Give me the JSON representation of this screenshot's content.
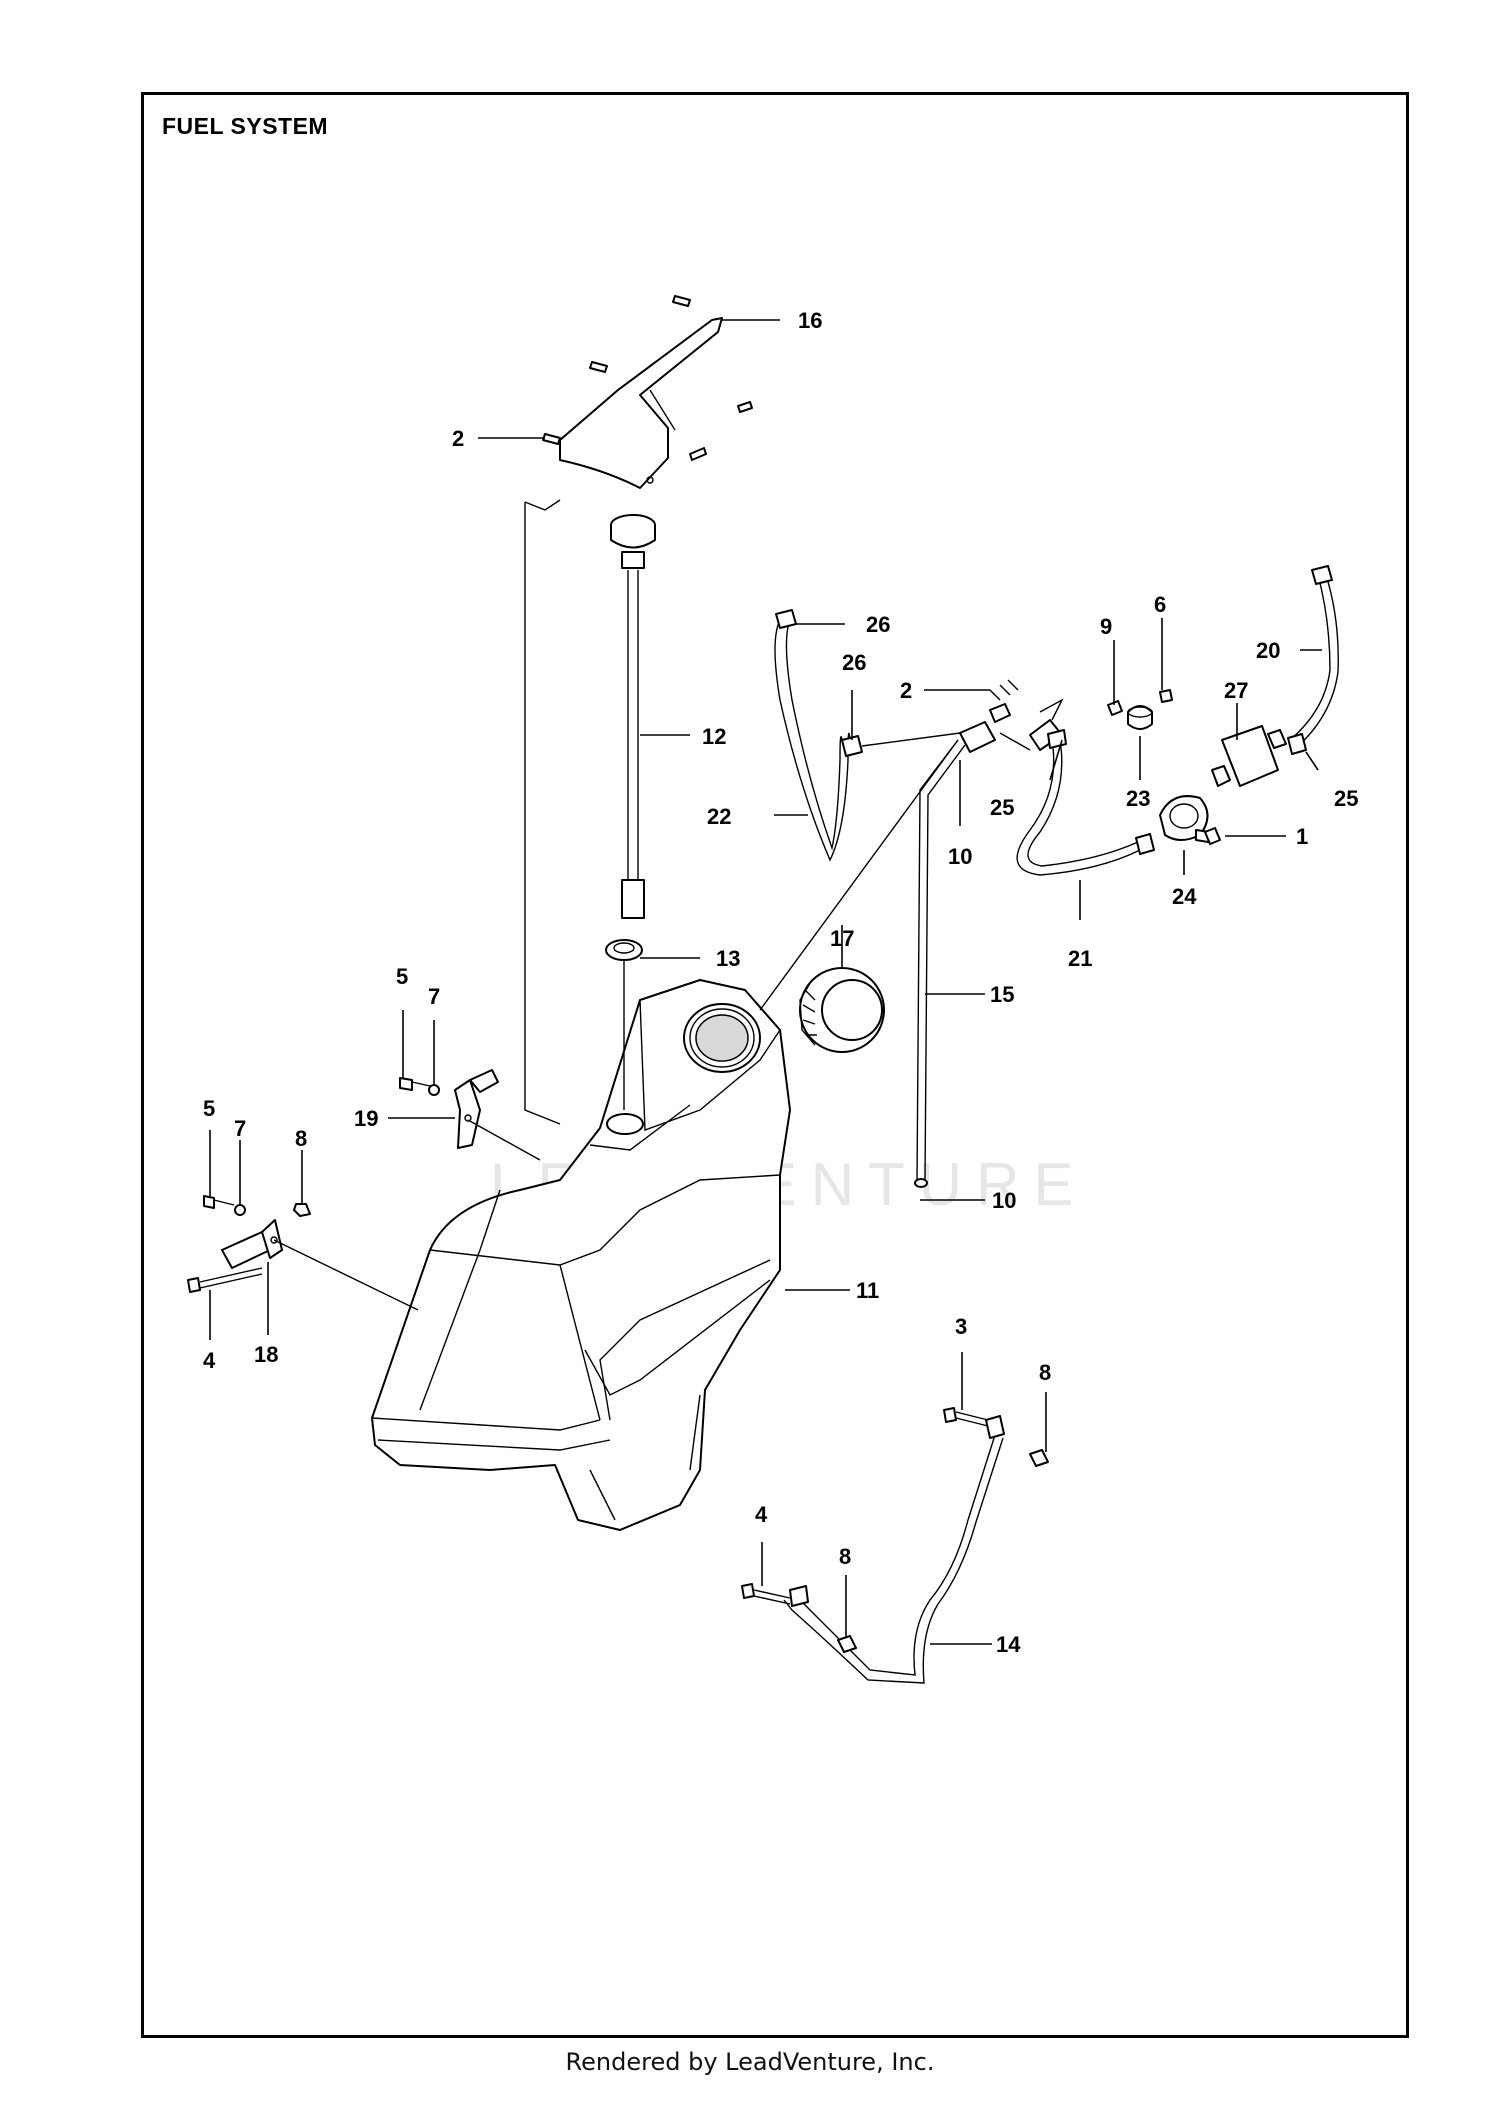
{
  "title": "FUEL SYSTEM",
  "footer": "Rendered by LeadVenture, Inc.",
  "watermark": "LEADVENTURE",
  "callouts": [
    "16",
    "2",
    "12",
    "26",
    "26",
    "2",
    "22",
    "10",
    "25",
    "9",
    "6",
    "20",
    "27",
    "23",
    "25",
    "1",
    "24",
    "21",
    "13",
    "17",
    "15",
    "5",
    "7",
    "19",
    "10",
    "5",
    "7",
    "8",
    "11",
    "4",
    "18",
    "3",
    "8",
    "4",
    "8",
    "14"
  ]
}
